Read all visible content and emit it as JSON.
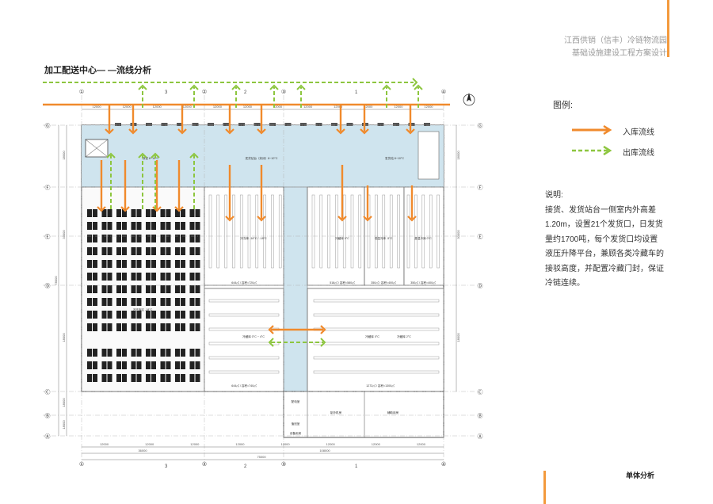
{
  "header": {
    "project_line1": "江西供销（信丰）冷链物流园",
    "project_line2": "基础设施建设工程方案设计"
  },
  "section_title": "加工配送中心— —流线分析",
  "legend": {
    "title": "图例:",
    "inbound_label": "入库流线",
    "outbound_label": "出库流线",
    "inbound_color": "#f08a2c",
    "outbound_color": "#8dc63f"
  },
  "notes": {
    "title": "说明:",
    "body": "接货、发货站台一侧室内外高差1.20m，设置21个发货口，日发货量约1700吨，每个发货口均设置液压升降平台，兼顾各类冷藏车的接驳高度，并配置冷藏门封，保证冷链连续。"
  },
  "footer_label": "单体分析",
  "plan": {
    "fill_color": "#cfe4ee",
    "grid_labels_top": [
      "①",
      "②",
      "③",
      "④"
    ],
    "grid_labels_left": [
      "Ⓖ",
      "Ⓕ",
      "Ⓔ",
      "Ⓓ",
      "Ⓒ",
      "Ⓑ",
      "Ⓐ"
    ],
    "dim_top": [
      "12000",
      "12000",
      "12000",
      "12000",
      "12000",
      "12000",
      "12000",
      "12000",
      "12000",
      "12000",
      "12000",
      "12000"
    ],
    "dim_bottom_segments": [
      "12000",
      "12000",
      "12000",
      "12000",
      "12000",
      "12000",
      "12000",
      "12000"
    ],
    "dim_bottom_total_left": "36000",
    "dim_bottom_total_mid": "108000",
    "dim_bottom_overall": "75000",
    "dim_left": [
      "18000",
      "33000",
      "18000",
      "18000",
      "18000"
    ],
    "dim_left_total": "78000",
    "dim_right": [
      "18000",
      "30000",
      "18000"
    ],
    "section_marks": [
      "3",
      "2",
      "1"
    ],
    "rooms": [
      "穿堂 8~10°C",
      "发货站台（封闭）8~10°C",
      "发货站 8~10°C",
      "冷冻库区 -18°C",
      "冷冻库 -18°C / -18°C",
      "冷藏库 0°C",
      "低温冷库 -5°C",
      "高温冷库 0°C",
      "冷藏库 0°C ~ 4°C",
      "冷藏库 0°C",
      "冷藏库 2°C"
    ],
    "room_areas": [
      "644㎡ / 容积=720㎡",
      "518㎡ / 容积=580㎡",
      "350㎡ / 容积=400㎡",
      "350㎡ / 容积=400㎡",
      "644㎡ / 容积=740㎡",
      "1272㎡ / 容积=1300㎡"
    ],
    "support_rooms": [
      "配电室",
      "值班室",
      "制冷机房",
      "辅助用房",
      "设备用房"
    ]
  }
}
